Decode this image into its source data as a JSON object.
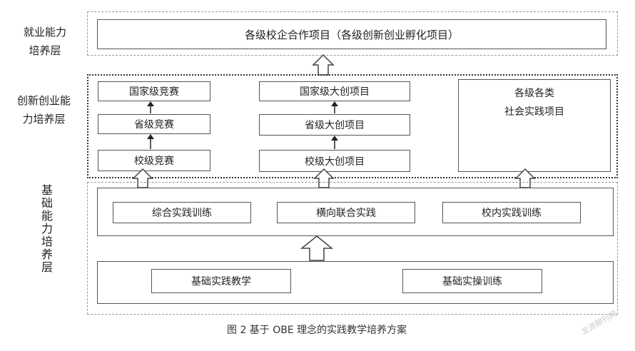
{
  "layers": {
    "employment": {
      "label_line1": "就业能力",
      "label_line2": "培养层"
    },
    "innovation": {
      "label_line1": "创新创业能",
      "label_line2": "力培养层"
    },
    "basic": {
      "label": "基础能力培养层"
    }
  },
  "top_box": "各级校企合作项目（各级创新创业孵化项目）",
  "competitions": {
    "national": "国家级竞赛",
    "provincial": "省级竞赛",
    "school": "校级竞赛"
  },
  "innovation_projects": {
    "national": "国家级大创项目",
    "provincial": "省级大创项目",
    "school": "校级大创项目"
  },
  "social_practice": {
    "line1": "各级各类",
    "line2": "社会实践项目"
  },
  "middle_row": [
    "综合实践训练",
    "横向联合实践",
    "校内实践训练"
  ],
  "bottom_row": [
    "基础实践教学",
    "基础实操训练"
  ],
  "caption": "图 2  基于 OBE 理念的实践教学培养方案",
  "watermark": "龙源期刊网"
}
